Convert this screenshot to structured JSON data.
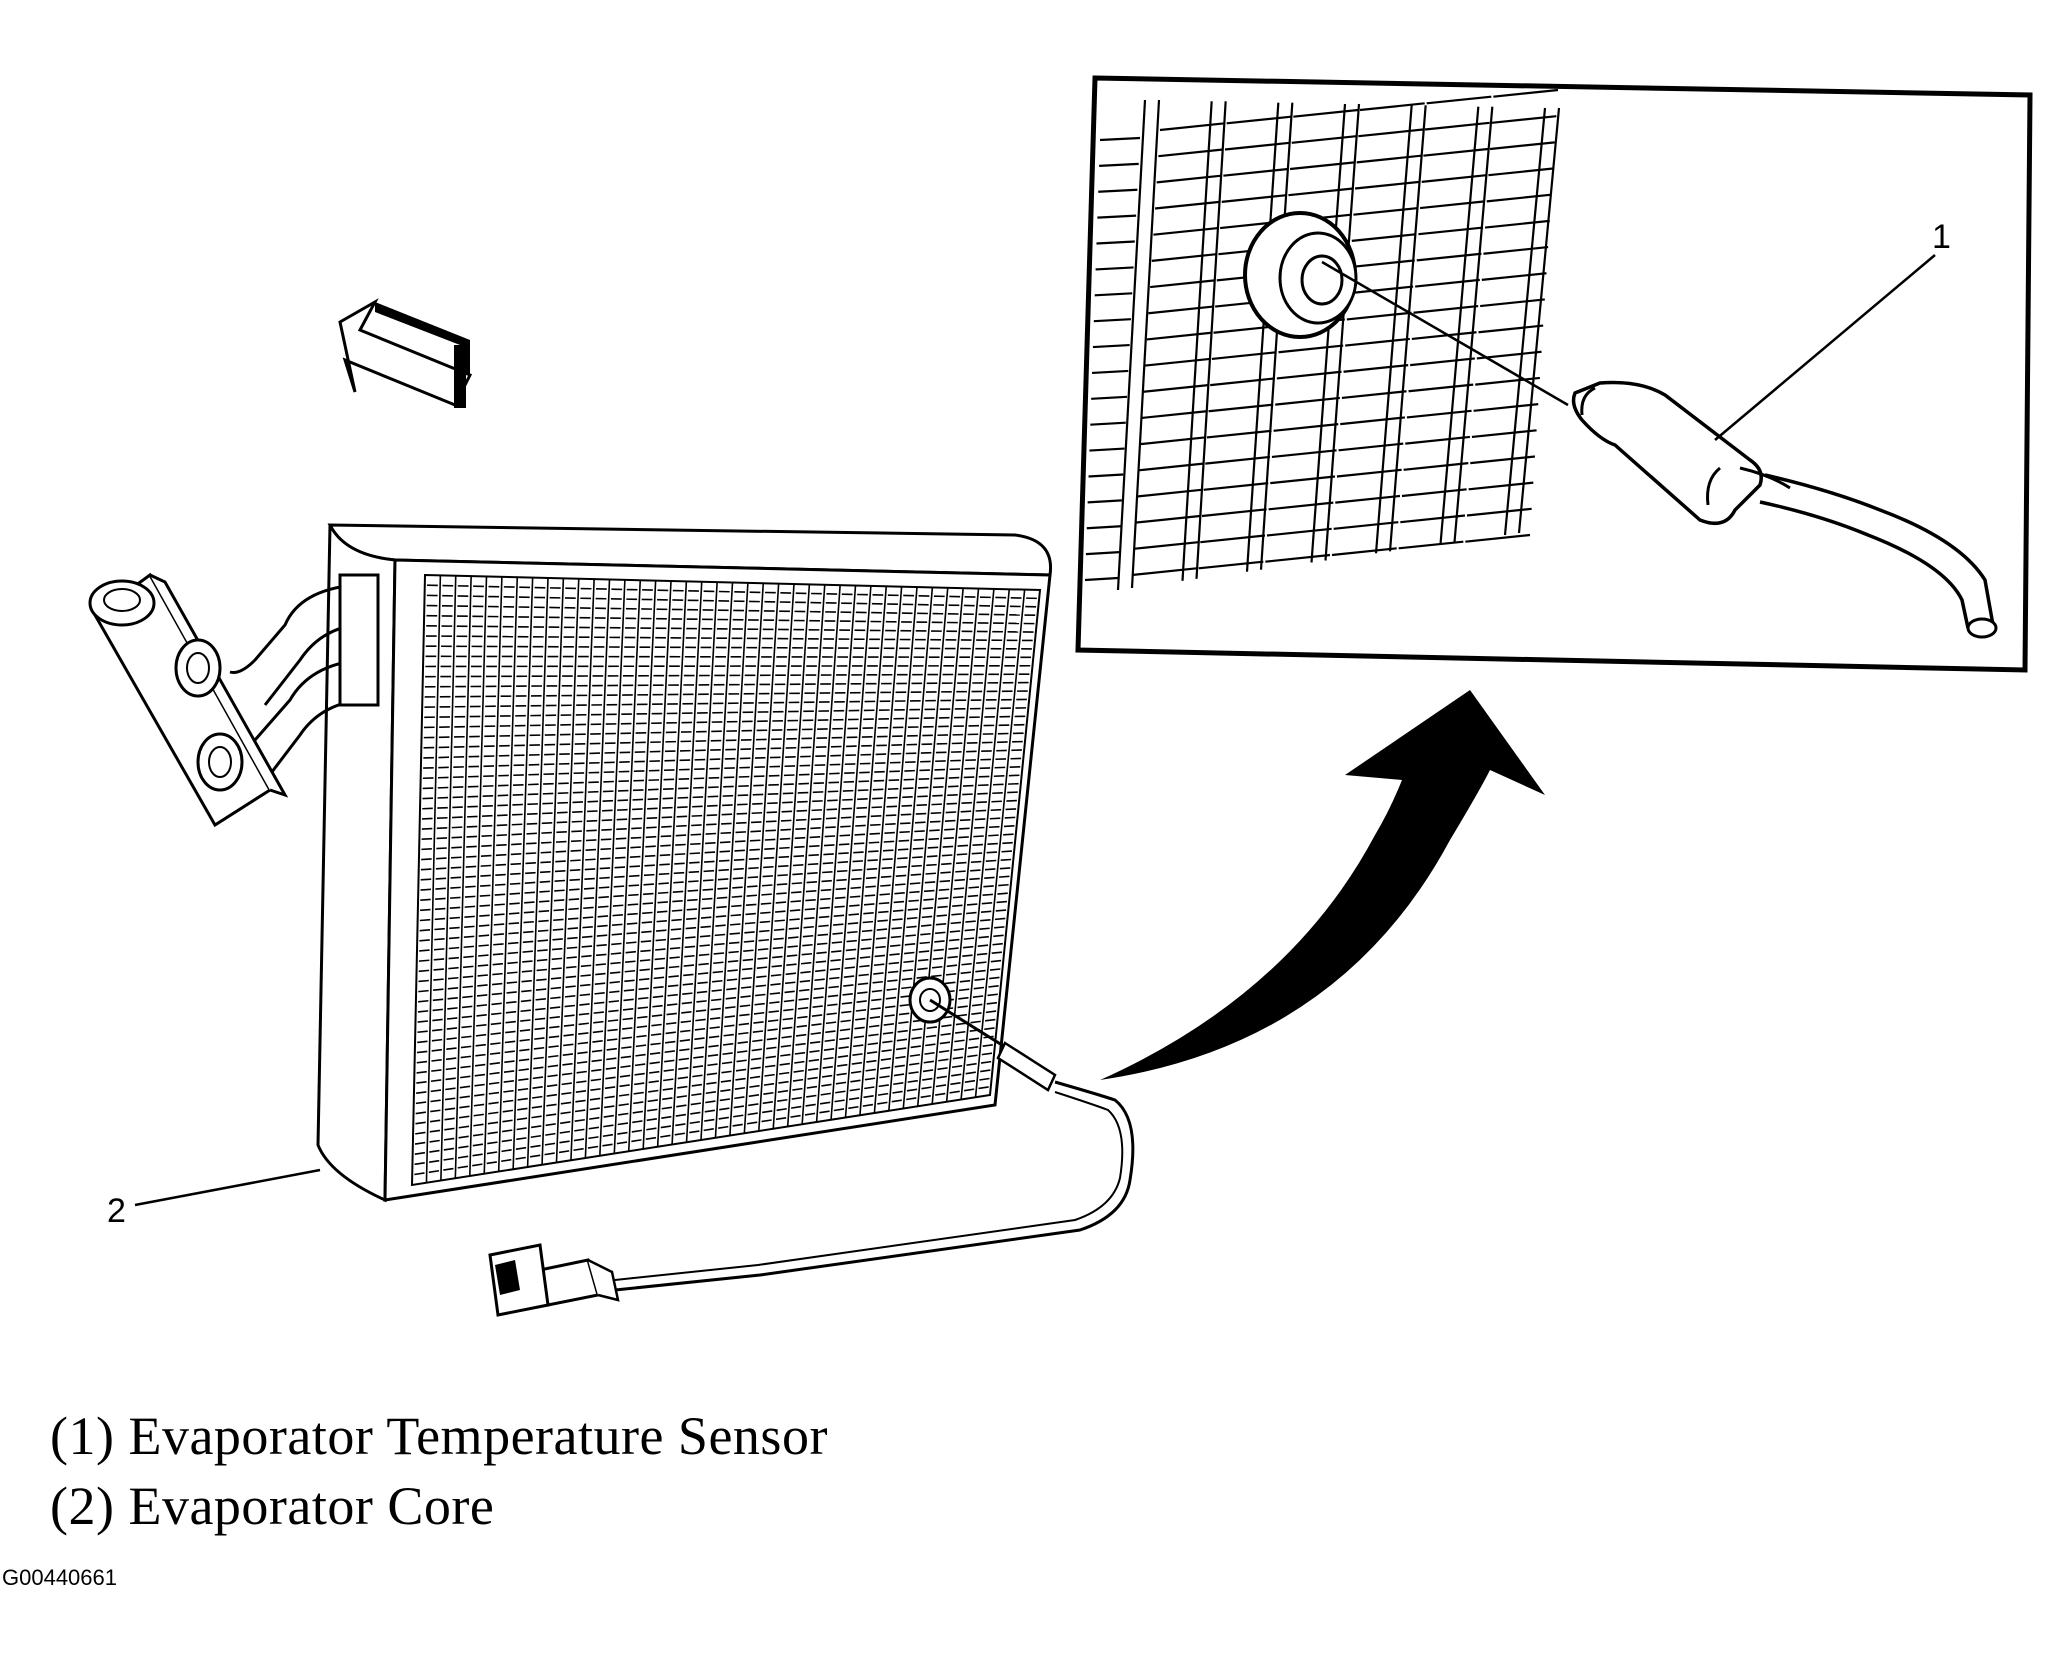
{
  "figure": {
    "callouts": {
      "c1": "1",
      "c2": "2"
    },
    "legend": [
      {
        "text": "(1) Evaporator Temperature Sensor"
      },
      {
        "text": "(2) Evaporator Core"
      }
    ],
    "figure_id": "G00440661"
  }
}
